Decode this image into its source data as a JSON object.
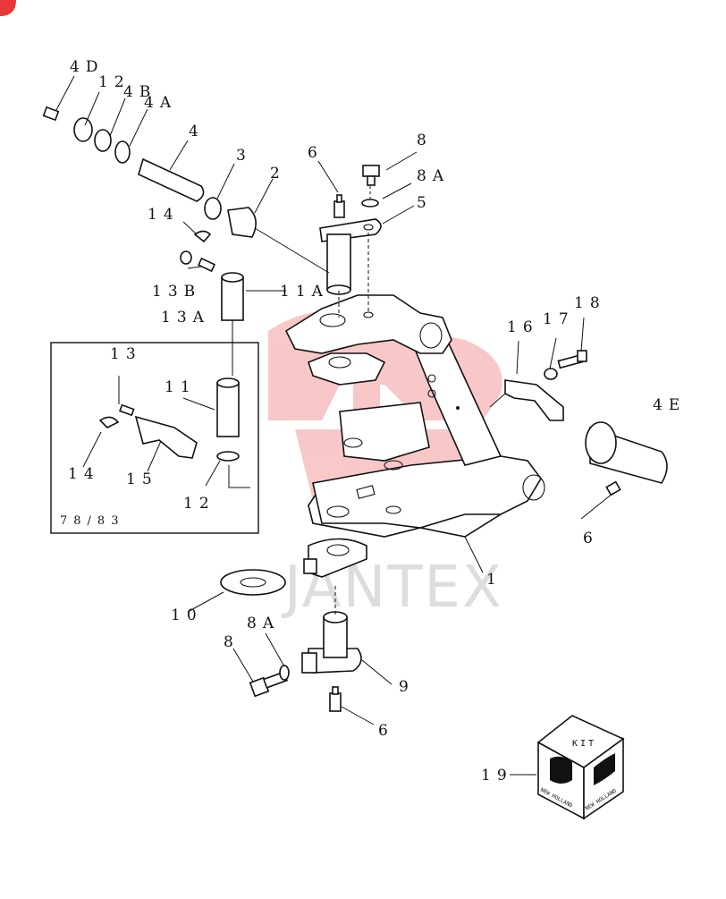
{
  "callouts": {
    "c4D": "4D",
    "c12a": "12",
    "c4B": "4B",
    "c4A": "4A",
    "c4": "4",
    "c3": "3",
    "c2": "2",
    "c6a": "6",
    "c8a": "8",
    "c8Aa": "8A",
    "c5": "5",
    "c14a": "14",
    "c13B": "13B",
    "c13A": "13A",
    "c11A": "11A",
    "c13": "13",
    "c11": "11",
    "c14b": "14",
    "c15": "15",
    "c12b": "12",
    "c16": "16",
    "c17": "17",
    "c18": "18",
    "c4E": "4E",
    "c6b": "6",
    "c1": "1",
    "c10": "10",
    "c8Ab": "8A",
    "c8b": "8",
    "c9": "9",
    "c6c": "6",
    "c19": "19"
  },
  "inset": {
    "label": "78/83"
  },
  "kit": {
    "label": "KIT",
    "brand": "NEW HOLLAND"
  },
  "watermark": {
    "text": "JANTEX"
  },
  "colors": {
    "accent": "#e8383a",
    "watermark_red": "#f28b8b",
    "ink": "#111111"
  }
}
